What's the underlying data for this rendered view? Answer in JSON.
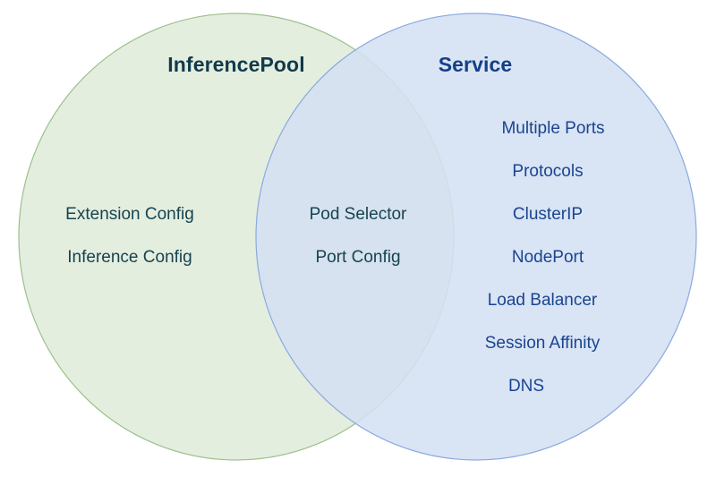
{
  "diagram": {
    "type": "venn",
    "background_color": "#ffffff",
    "sets": {
      "left": {
        "title": "InferencePool",
        "title_color": "#123a4a",
        "fill_color": "#e4eedf",
        "stroke_color": "#9cc08a",
        "text_color": "#17434f",
        "items": [
          "Extension Config",
          "Inference Config"
        ]
      },
      "right": {
        "title": "Service",
        "title_color": "#143f87",
        "fill_color": "#d9e3f4",
        "stroke_color": "#8aa9e0",
        "text_color": "#1a4490",
        "items": [
          "Multiple Ports",
          "Protocols",
          "ClusterIP",
          "NodePort",
          "Load Balancer",
          "Session Affinity",
          "DNS"
        ]
      },
      "intersection": {
        "fill_color": "#dce8e1",
        "text_color": "#17434f",
        "items": [
          "Pod Selector",
          "Port Config"
        ]
      }
    }
  }
}
